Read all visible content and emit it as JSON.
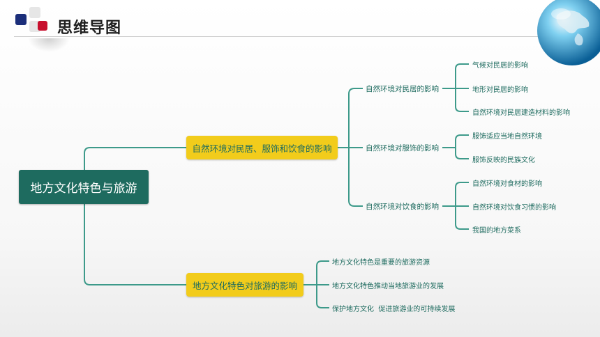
{
  "header": {
    "title": "思维导图"
  },
  "mindmap": {
    "root": "地方文化特色与旅游",
    "branch1": {
      "label": "自然环境对民居、服饰和饮食的影响",
      "subs": [
        {
          "label": "自然环境对民居的影响",
          "leaves": [
            "气候对民居的影响",
            "地形对民居的影响",
            "自然环境对民居建造材料的影响"
          ]
        },
        {
          "label": "自然环境对服饰的影响",
          "leaves": [
            "服饰适应当地自然环境",
            "服饰反映的民族文化"
          ]
        },
        {
          "label": "自然环境对饮食的影响",
          "leaves": [
            "自然环境对食材的影响",
            "自然环境对饮食习惯的影响",
            "我国的地方菜系"
          ]
        }
      ]
    },
    "branch2": {
      "label": "地方文化特色对旅游的影响",
      "leaves": [
        "地方文化特色是重要的旅游资源",
        "地方文化特色推动当地旅游业的发展",
        "保护地方文化  促进旅游业的可持续发展"
      ]
    }
  },
  "colors": {
    "accent": "#1e6b5f",
    "branch_fill": "#f2cc1b",
    "connector": "#3d9a8a"
  }
}
